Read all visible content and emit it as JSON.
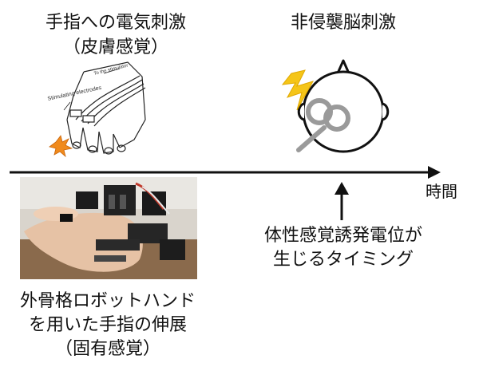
{
  "top_left": {
    "line1": "手指への電気刺激",
    "line2": "（皮膚感覚）",
    "sketch_label": "Stimulating electrodes",
    "sketch_label2": "To the stimulator"
  },
  "top_right": {
    "title": "非侵襲脳刺激"
  },
  "timeline": {
    "axis_label": "時間"
  },
  "marker": {
    "line1": "体性感覚誘発電位が",
    "line2": "生じるタイミング"
  },
  "bottom_left": {
    "line1": "外骨格ロボットハンド",
    "line2": "を用いた手指の伸展",
    "line3": "（固有感覚）"
  },
  "colors": {
    "lightning": "#f5c518",
    "lightning_stroke": "#e0a800",
    "coil": "#9a9a9a",
    "spark": "#f08a1c"
  }
}
